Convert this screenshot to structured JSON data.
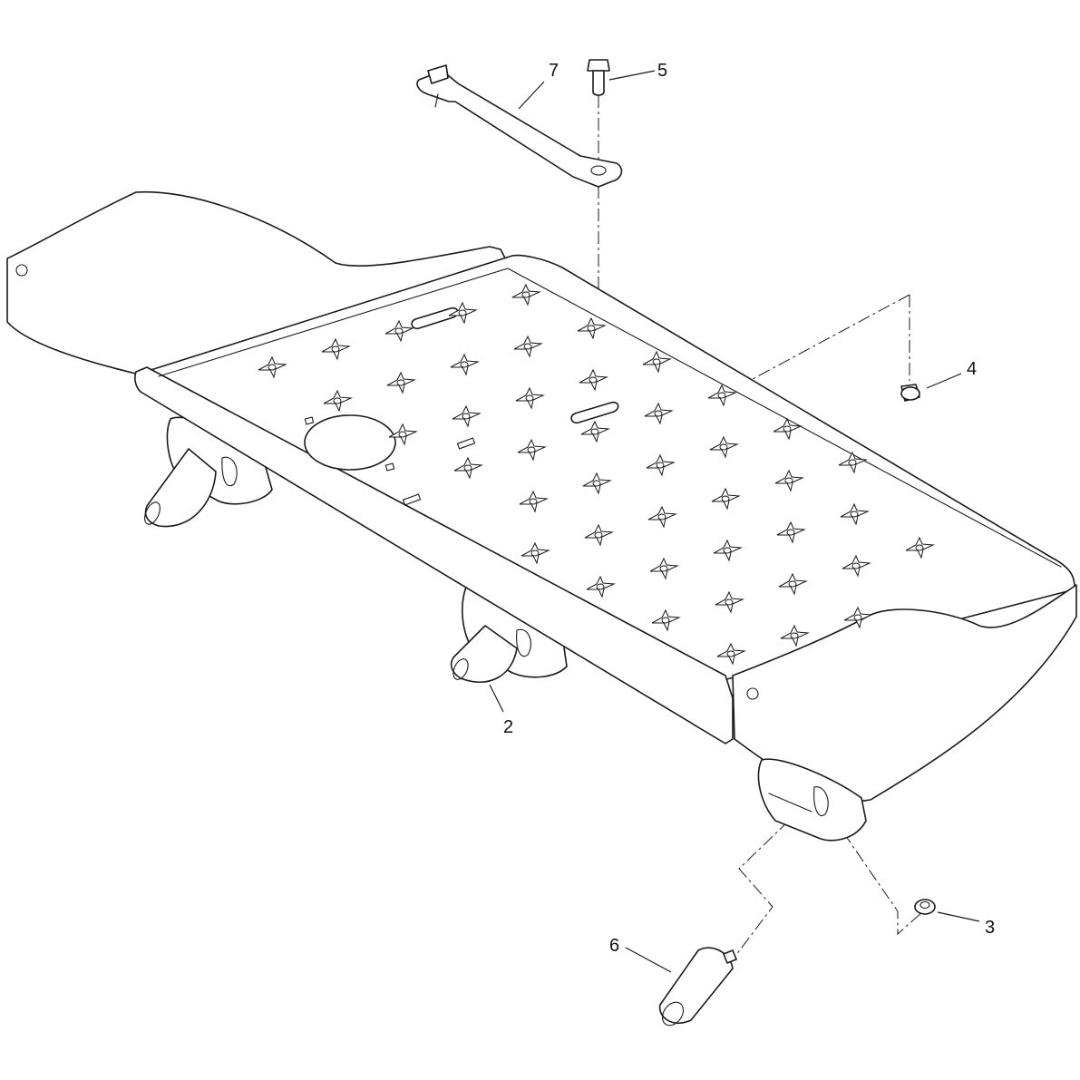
{
  "diagram": {
    "callouts": [
      {
        "id": "callout-2",
        "label": "2"
      },
      {
        "id": "callout-3",
        "label": "3"
      },
      {
        "id": "callout-4",
        "label": "4"
      },
      {
        "id": "callout-5",
        "label": "5"
      },
      {
        "id": "callout-6",
        "label": "6"
      },
      {
        "id": "callout-7",
        "label": "7"
      }
    ]
  }
}
